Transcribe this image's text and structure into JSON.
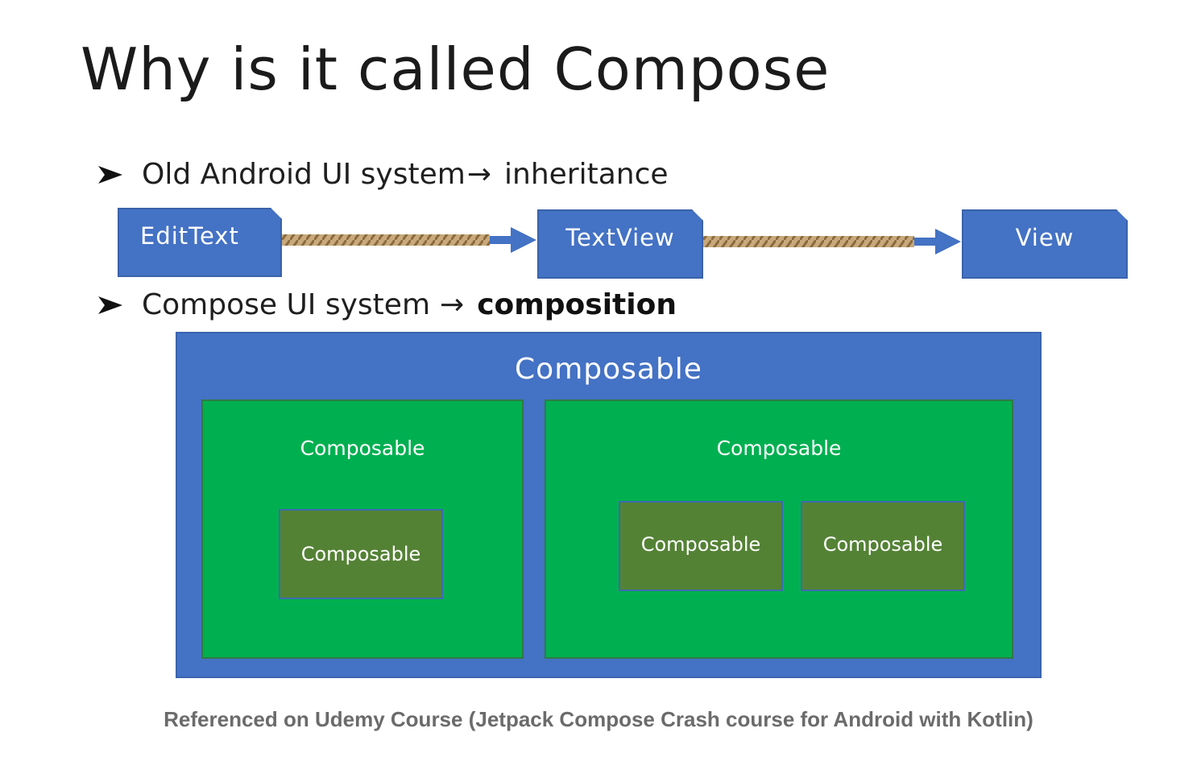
{
  "slide": {
    "title": "Why is it called Compose"
  },
  "bullets": [
    {
      "prefix": "Old Android UI system",
      "arrow": "→",
      "suffix": "inheritance"
    },
    {
      "prefix": "Compose UI system",
      "arrow": "→",
      "suffix": "composition"
    }
  ],
  "inheritance_chain": {
    "nodes": [
      "EditText",
      "TextView",
      "View"
    ]
  },
  "composition": {
    "outer_label": "Composable",
    "left": {
      "label": "Composable",
      "children": [
        "Composable"
      ]
    },
    "right": {
      "label": "Composable",
      "children": [
        "Composable",
        "Composable"
      ]
    }
  },
  "colors": {
    "node_blue": "#4472c4",
    "outer_blue": "#4472c4",
    "green": "#00b050",
    "olive": "#548235",
    "arrow_blue": "#4472c4",
    "rope": "#b89a6e"
  },
  "caption": "Referenced on Udemy Course (Jetpack Compose Crash course for Android with Kotlin)"
}
